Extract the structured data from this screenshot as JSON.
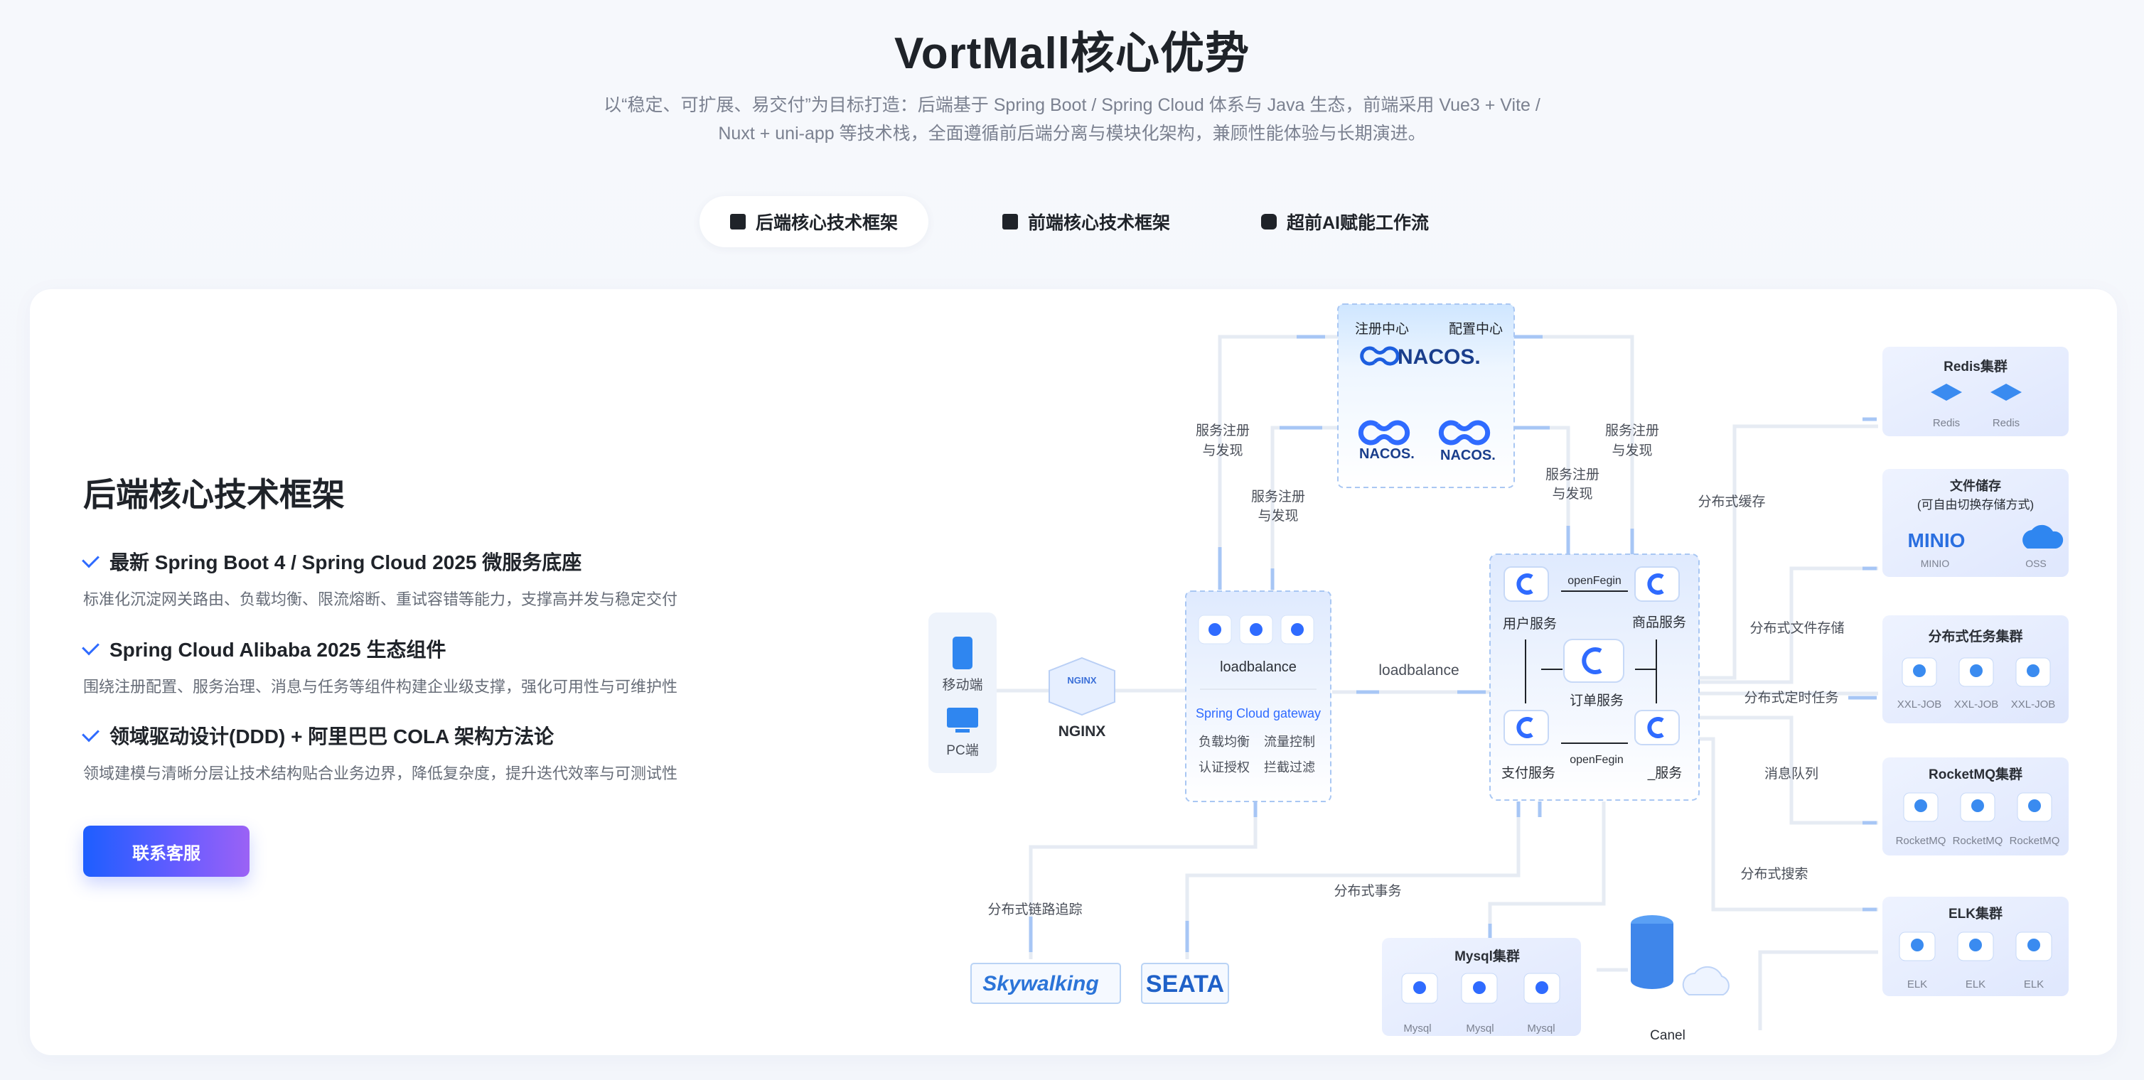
{
  "header": {
    "title": "VortMall核心优势",
    "desc_line1": "以“稳定、可扩展、易交付”为目标打造：后端基于 Spring Boot / Spring Cloud 体系与 Java 生态，前端采用 Vue3 + Vite /",
    "desc_line2": "Nuxt + uni-app 等技术栈，全面遵循前后端分离与模块化架构，兼顾性能体验与长期演进。"
  },
  "tabs": [
    {
      "label": "后端核心技术框架",
      "active": true
    },
    {
      "label": "前端核心技术框架",
      "active": false
    },
    {
      "label": "超前AI赋能工作流",
      "active": false
    }
  ],
  "content": {
    "title": "后端核心技术框架",
    "features": [
      {
        "title": "最新 Spring Boot 4 / Spring Cloud 2025 微服务底座",
        "desc": "标准化沉淀网关路由、负载均衡、限流熔断、重试容错等能力，支撑高并发与稳定交付"
      },
      {
        "title": "Spring Cloud Alibaba 2025 生态组件",
        "desc": "围绕注册配置、服务治理、消息与任务等组件构建企业级支撑，强化可用性与可维护性"
      },
      {
        "title": "领域驱动设计(DDD) + 阿里巴巴 COLA 架构方法论",
        "desc": "领域建模与清晰分层让技术结构贴合业务边界，降低复杂度，提升迭代效率与可测试性"
      }
    ],
    "cta_label": "联系客服"
  },
  "diagram": {
    "nacos": {
      "reg": "注册中心",
      "cfg": "配置中心",
      "logo": "NACOS."
    },
    "edge_labels": {
      "reg_left_1": "服务注册",
      "reg_left_2": "与发现",
      "reg_mid_1": "服务注册",
      "reg_mid_2": "与发现",
      "reg_right_a1": "服务注册",
      "reg_right_a2": "与发现",
      "reg_right_b1": "服务注册",
      "reg_right_b2": "与发现",
      "lb": "loadbalance",
      "cache": "分布式缓存",
      "file": "分布式文件存储",
      "task": "分布式定时任务",
      "mq": "消息队列",
      "search": "分布式搜索",
      "tx": "分布式事务",
      "trace": "分布式链路追踪"
    },
    "clients": {
      "mobile": "移动端",
      "pc": "PC端"
    },
    "nginx": "NGINX",
    "gateway": {
      "lb": "loadbalance",
      "name": "Spring Cloud gateway",
      "f1": "负载均衡",
      "f2": "流量控制",
      "f3": "认证授权",
      "f4": "拦截过滤"
    },
    "services": {
      "user": "用户服务",
      "product": "商品服务",
      "order": "订单服务",
      "pay": "支付服务",
      "other": "_服务",
      "feign": "openFegin"
    },
    "redis": {
      "title": "Redis集群",
      "items": [
        "Redis",
        "Redis"
      ]
    },
    "file": {
      "title1": "文件储存",
      "title2": "(可自由切换存储方式)",
      "minio": "MINIO",
      "minio_label": "MINIO",
      "oss": "OSS"
    },
    "job": {
      "title": "分布式任务集群",
      "items": [
        "XXL-JOB",
        "XXL-JOB",
        "XXL-JOB"
      ]
    },
    "mq": {
      "title": "RocketMQ集群",
      "items": [
        "RocketMQ",
        "RocketMQ",
        "RocketMQ"
      ]
    },
    "elk": {
      "title": "ELK集群",
      "items": [
        "ELK",
        "ELK",
        "ELK"
      ]
    },
    "mysql": {
      "title": "Mysql集群",
      "items": [
        "Mysql",
        "Mysql",
        "Mysql"
      ]
    },
    "canel": "Canel",
    "skywalking": "Skywalking",
    "seata": "SEATA"
  }
}
